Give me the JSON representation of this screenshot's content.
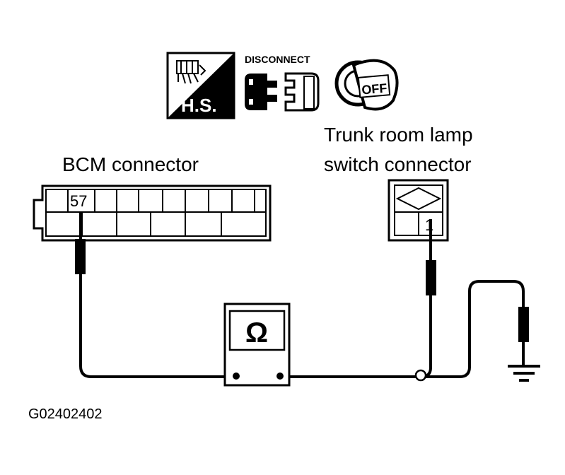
{
  "icons": {
    "hs_label": "H.S.",
    "disconnect_label": "DISCONNECT",
    "ignition_label": "OFF"
  },
  "bcm": {
    "title": "BCM connector",
    "pin": "57"
  },
  "trunk": {
    "title_line1": "Trunk room lamp",
    "title_line2": "switch connector",
    "pin": "1"
  },
  "meter": {
    "symbol": "Ω"
  },
  "figure_id": "G02402402"
}
